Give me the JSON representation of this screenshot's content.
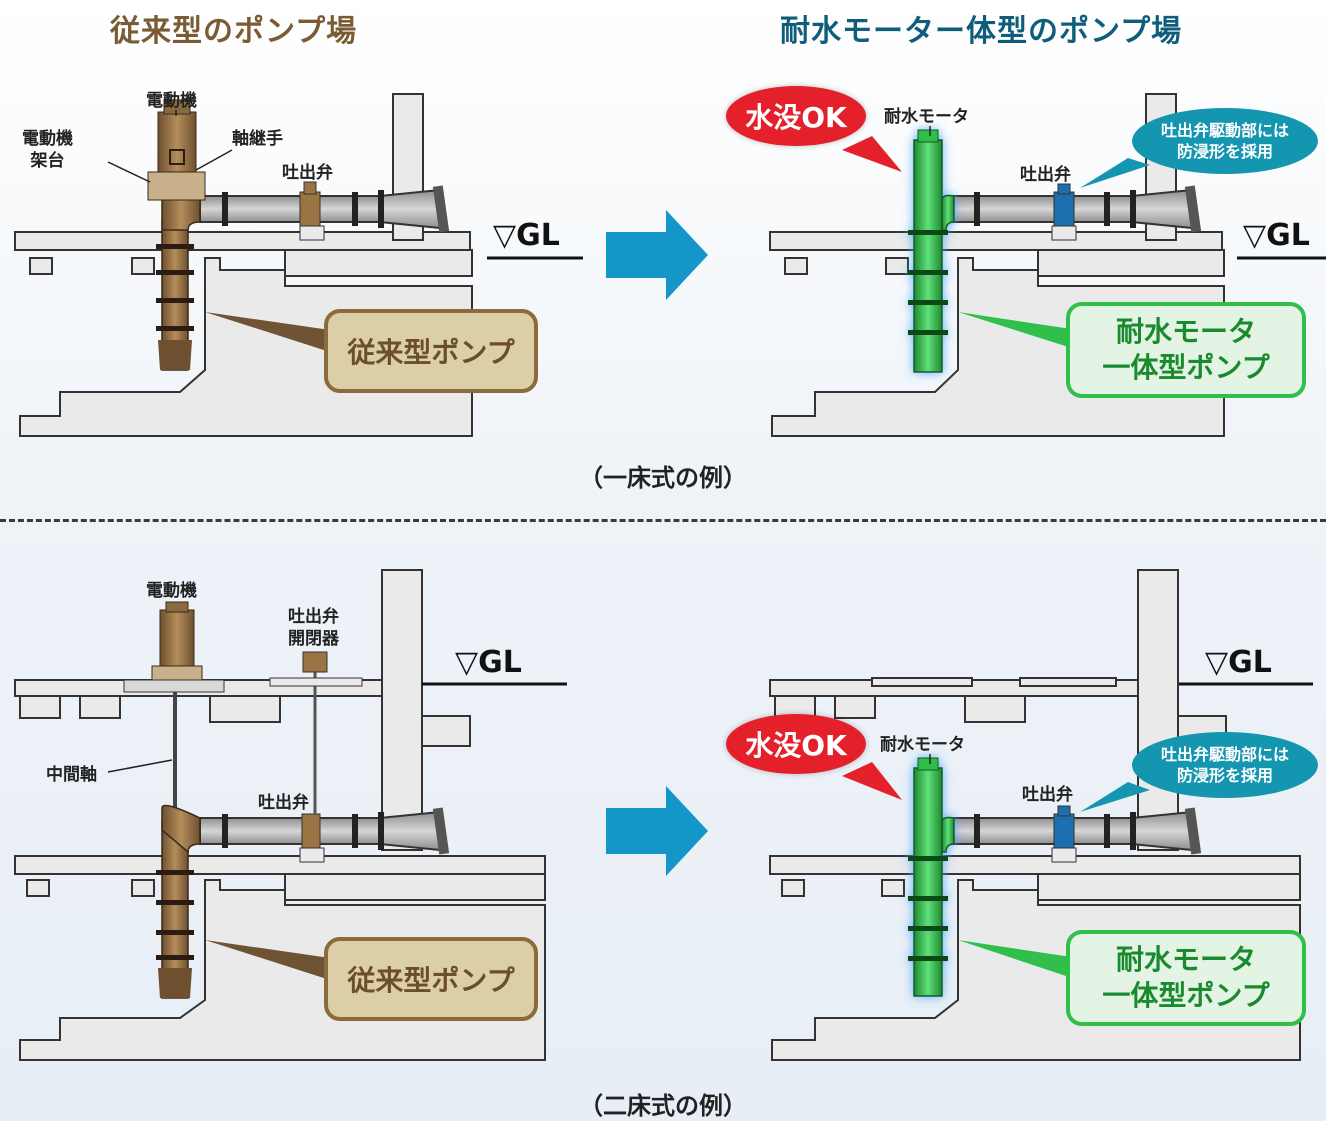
{
  "titles": {
    "conventional": "従来型のポンプ場",
    "submersible": "耐水モーター体型のポンプ場"
  },
  "colors": {
    "conventional_title": "#7a5c34",
    "submersible_title": "#0f5d7c",
    "conventional_pump": "#8b6a3c",
    "submersible_pump": "#2fbf4a",
    "arrow": "#1596c8",
    "red_bubble": "#e4202b",
    "teal_bubble": "#1596b0"
  },
  "top": {
    "labels": {
      "motor": "電動機",
      "motor_stand": [
        "電動機",
        "架台"
      ],
      "coupling": "軸継手",
      "discharge_valve_left": "吐出弁",
      "gl_left": "▽GL",
      "gl_right": "▽GL",
      "waterproof_motor": "耐水モータ",
      "discharge_valve_right": "吐出弁"
    },
    "conv_box": "従来型ポンプ",
    "new_box": [
      "耐水モータ",
      "一体型ポンプ"
    ],
    "red_bubble": "水没OK",
    "teal_bubble": [
      "吐出弁駆動部には",
      "防浸形を採用"
    ],
    "caption": "（一床式の例）"
  },
  "bottom": {
    "labels": {
      "motor": "電動機",
      "valve_opener": [
        "吐出弁",
        "開閉器"
      ],
      "intermediate_shaft": "中間軸",
      "discharge_valve_left": "吐出弁",
      "gl_left": "▽GL",
      "gl_right": "▽GL",
      "waterproof_motor": "耐水モータ",
      "discharge_valve_right": "吐出弁"
    },
    "conv_box": "従来型ポンプ",
    "new_box": [
      "耐水モータ",
      "一体型ポンプ"
    ],
    "red_bubble": "水没OK",
    "teal_bubble": [
      "吐出弁駆動部には",
      "防浸形を採用"
    ],
    "caption": "（二床式の例）"
  }
}
